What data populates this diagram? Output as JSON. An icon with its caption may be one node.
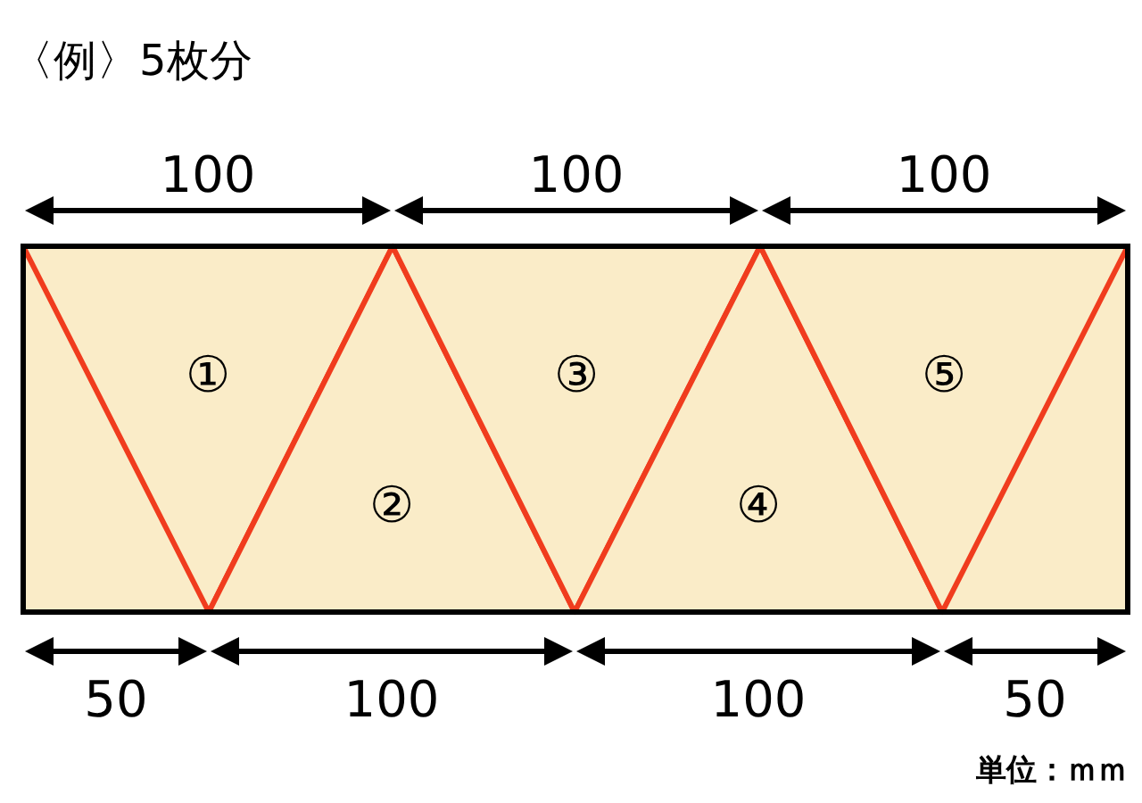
{
  "diagram": {
    "title": "〈例〉5枚分",
    "nodes": [
      {
        "text": [
          "①"
        ]
      },
      {
        "text": [
          "②"
        ]
      },
      {
        "text": [
          "③"
        ]
      },
      {
        "text": [
          "④"
        ]
      },
      {
        "text": [
          "⑤"
        ]
      }
    ],
    "edges": [],
    "labels": [
      "100",
      "100",
      "100",
      "50",
      "100",
      "100",
      "50",
      "単位：ｍｍ"
    ]
  }
}
